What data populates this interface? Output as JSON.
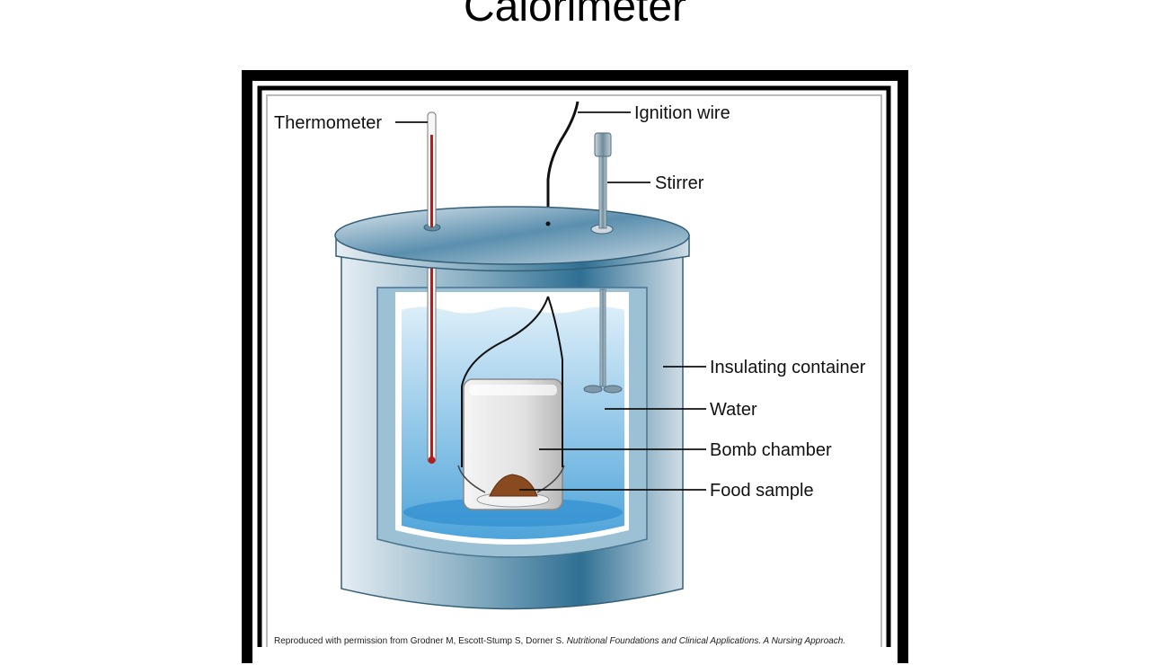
{
  "slide": {
    "title": "Calorimeter"
  },
  "diagram": {
    "labels": {
      "thermometer": "Thermometer",
      "ignition_wire": "Ignition wire",
      "stirrer": "Stirrer",
      "insulating_container": "Insulating container",
      "water": "Water",
      "bomb_chamber": "Bomb chamber",
      "food_sample": "Food sample"
    },
    "credit": {
      "prefix": "Reproduced with permission from Grodner M, Escott-Stump S, Dorner S.",
      "italic": "Nutritional Foundations and Clinical Applications. A Nursing Approach."
    }
  }
}
